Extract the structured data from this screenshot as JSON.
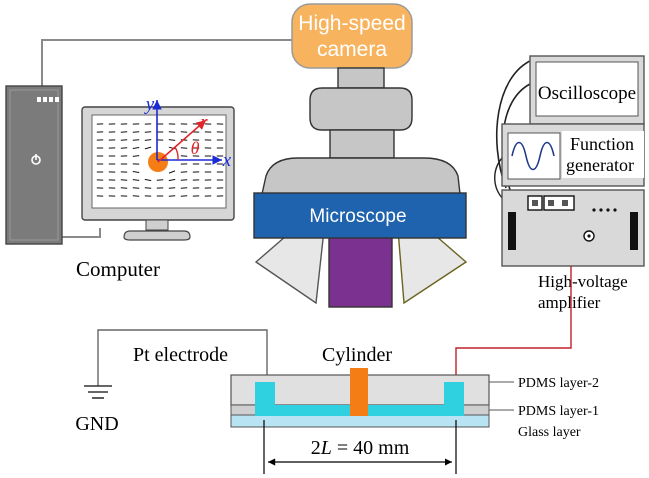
{
  "camera": {
    "line1": "High-speed",
    "line2": "camera"
  },
  "microscope": {
    "label": "Microscope"
  },
  "computer": {
    "label": "Computer"
  },
  "screen": {
    "axis_y": "y",
    "axis_x": "x",
    "axis_r": "r",
    "axis_theta": "θ"
  },
  "oscilloscope": {
    "label": "Oscilloscope"
  },
  "function_generator": {
    "line1": "Function",
    "line2": "generator"
  },
  "amplifier": {
    "line1": "High-voltage",
    "line2": "amplifier"
  },
  "chip": {
    "pt_electrode": "Pt electrode",
    "cylinder": "Cylinder",
    "gnd": "GND",
    "pdms2": "PDMS layer-2",
    "pdms1": "PDMS layer-1",
    "glass": "Glass layer",
    "length_prefix": "2",
    "length_var": "L",
    "length_suffix": " = 40 mm"
  },
  "colors": {
    "camera": "#f7b35e",
    "microscope_blue": "#1f62ad",
    "objective_purple": "#7a3190",
    "channel_cyan": "#2fd0df",
    "cylinder_orange": "#f47d16",
    "wire_red": "#c0202a",
    "axis_blue": "#1a2ad6",
    "axis_red": "#e0262b"
  }
}
